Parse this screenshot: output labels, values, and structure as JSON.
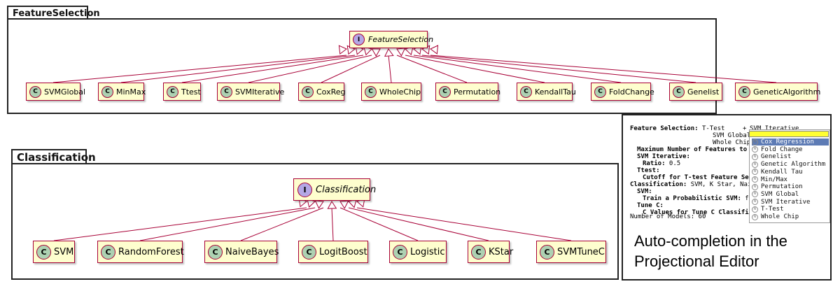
{
  "feature_selection": {
    "package_title": "FeatureSelection",
    "interface": "FeatureSelection",
    "interface_stereotype": "I",
    "class_stereotype": "C",
    "classes": [
      "SVMGlobal",
      "MinMax",
      "Ttest",
      "SVMIterative",
      "CoxReg",
      "WholeChip",
      "Permutation",
      "KendallTau",
      "FoldChange",
      "Genelist",
      "GeneticAlgorithm"
    ]
  },
  "classification": {
    "package_title": "Classification",
    "interface": "Classification",
    "interface_stereotype": "I",
    "class_stereotype": "C",
    "classes": [
      "SVM",
      "RandomForest",
      "NaiveBayes",
      "LogitBoost",
      "Logistic",
      "KStar",
      "SVMTuneC"
    ]
  },
  "editor": {
    "lines": [
      {
        "key": "Feature Selection:",
        "value": " T-Test"
      },
      {
        "key": "",
        "value": "SVM Global"
      },
      {
        "key": "",
        "value": "Whole Chip"
      },
      {
        "key": "Maximum Number of Features to",
        "value": ""
      },
      {
        "key": "SVM Iterative:",
        "value": ""
      },
      {
        "key": "Ratio:",
        "value": " 0.5"
      },
      {
        "key": "Ttest:",
        "value": ""
      },
      {
        "key": "Cutoff for T-test Feature Se",
        "value": ""
      },
      {
        "key": "Classification:",
        "value": " SVM, K Star, Nai"
      },
      {
        "key": "SVM:",
        "value": ""
      },
      {
        "key": "Train a Probabilistic SVM:",
        "value": " f"
      },
      {
        "key": "Tune C:",
        "value": ""
      },
      {
        "key": "C Values for Tune C Classifi",
        "value": ""
      }
    ],
    "footer_key": "Number of Models:",
    "footer_value": " 60",
    "side_marker": "+",
    "side_text": "SVM Iterative",
    "popup_items": [
      "Cox Regression",
      "Fold Change",
      "Genelist",
      "Genetic Algorithm",
      "Kendall Tau",
      "Min/Max",
      "Permutation",
      "SVM Global",
      "SVM Iterative",
      "T-Test",
      "Whole Chip"
    ],
    "popup_selected_index": 0,
    "popup_item_icon": "N",
    "caption_line1": "Auto-completion in the",
    "caption_line2": "Projectional Editor"
  }
}
